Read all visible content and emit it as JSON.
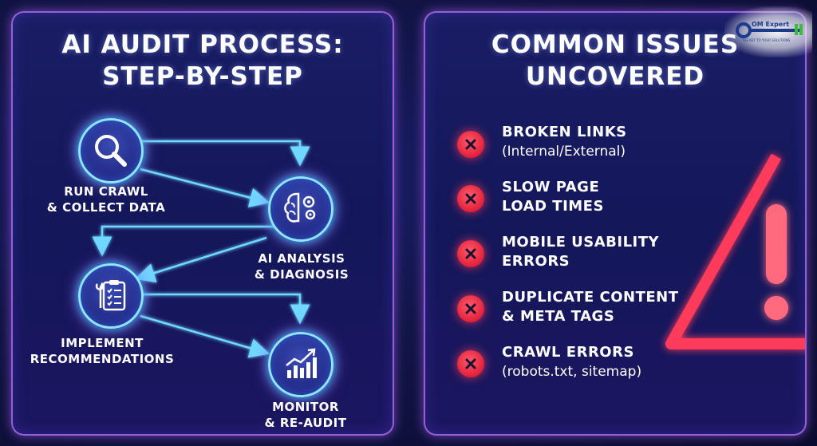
{
  "left": {
    "title_line1": "AI AUDIT PROCESS:",
    "title_line2": "STEP-BY-STEP",
    "steps": [
      {
        "line1": "RUN CRAWL",
        "line2": "& COLLECT DATA"
      },
      {
        "line1": "AI ANALYSIS",
        "line2": "& DIAGNOSIS"
      },
      {
        "line1": "IMPLEMENT",
        "line2": "RECOMMENDATIONS"
      },
      {
        "line1": "MONITOR",
        "line2": "& RE-AUDIT"
      }
    ]
  },
  "right": {
    "title_line1": "COMMON ISSUES",
    "title_line2": "UNCOVERED",
    "issues": [
      {
        "line1": "BROKEN LINKS",
        "line2": "(Internal/External)"
      },
      {
        "line1": "SLOW PAGE",
        "line2": "LOAD TIMES"
      },
      {
        "line1": "MOBILE USABILITY",
        "line2": "ERRORS"
      },
      {
        "line1": "DUPLICATE CONTENT",
        "line2": "& META TAGS"
      },
      {
        "line1": "CRAWL ERRORS",
        "line2": "(robots.txt, sitemap)"
      }
    ]
  },
  "logo": {
    "name": "OM Expert",
    "tagline": "THE KEY TO YOUR SOLUTIONS"
  },
  "colors": {
    "accent_cyan": "#8de6ff",
    "issue_red": "#e2203a",
    "warning_red": "#ff3b5c",
    "panel_border": "#be78ff"
  }
}
